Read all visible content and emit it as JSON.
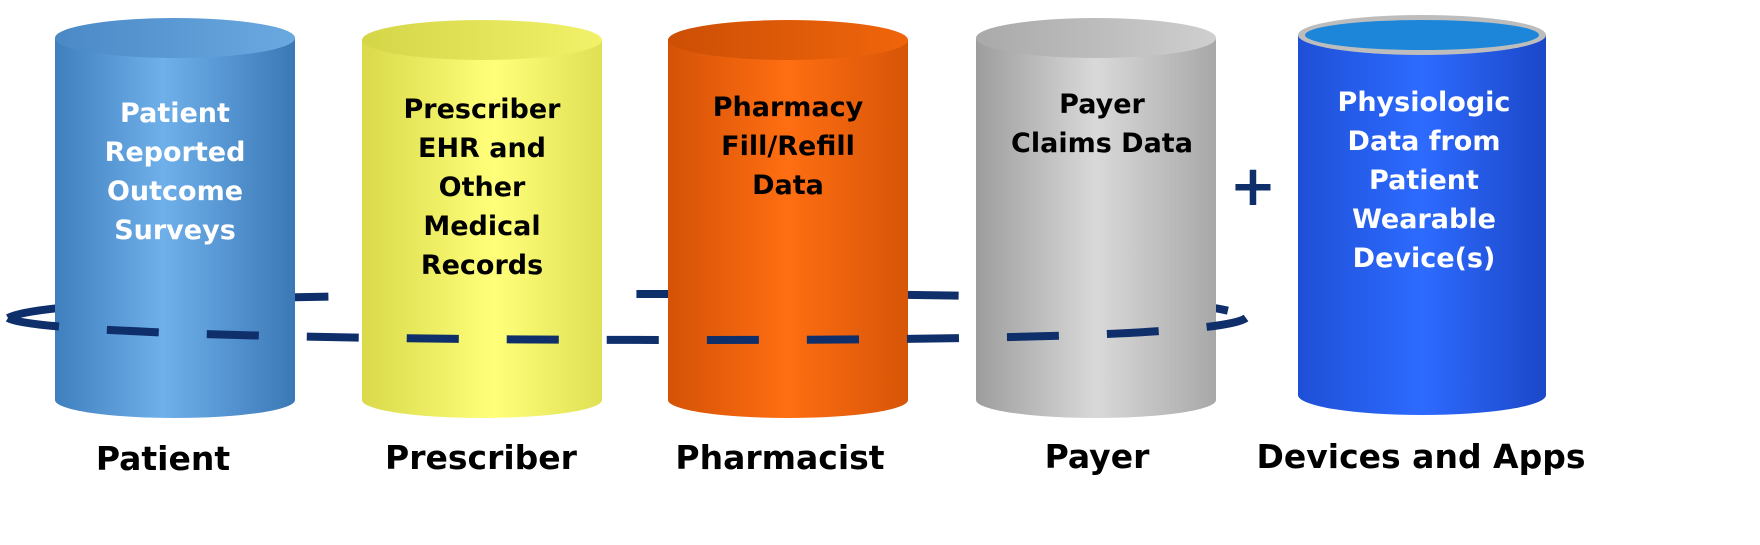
{
  "colors": {
    "ring": "#0f2f6b",
    "plus": "#0f2f6b",
    "patient": "#5b9fd9",
    "prescriber": "#f2f263",
    "pharmacist": "#f0650b",
    "payer": "#c2c2c2",
    "devices": "#1f55e6"
  },
  "plus_symbol": "+",
  "cylinders": [
    {
      "key": "patient",
      "lines": [
        "Patient",
        "Reported",
        "Outcome",
        "Surveys"
      ],
      "text_color": "#ffffff",
      "caption": "Patient"
    },
    {
      "key": "prescriber",
      "lines": [
        "Prescriber",
        "EHR and",
        "Other",
        "Medical",
        "Records"
      ],
      "text_color": "#000000",
      "caption": "Prescriber"
    },
    {
      "key": "pharmacist",
      "lines": [
        "Pharmacy",
        "Fill/Refill",
        "Data"
      ],
      "text_color": "#000000",
      "caption": "Pharmacist"
    },
    {
      "key": "payer",
      "lines": [
        "Payer",
        "Claims Data"
      ],
      "text_color": "#000000",
      "caption": "Payer"
    },
    {
      "key": "devices",
      "lines": [
        "Physiologic",
        "Data from",
        "Patient",
        "Wearable",
        "Device(s)"
      ],
      "text_color": "#ffffff",
      "caption": "Devices and Apps"
    }
  ]
}
